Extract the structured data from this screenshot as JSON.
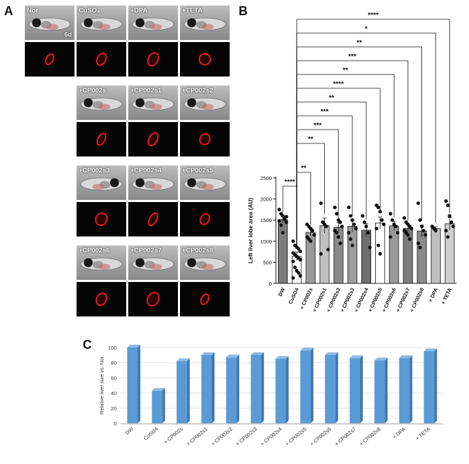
{
  "panel_labels": {
    "a": "A",
    "b": "B",
    "c": "C"
  },
  "panel_a": {
    "age_label": "6d",
    "rows": [
      [
        "Nor",
        "CuSO₄",
        "+DPA",
        "+TETA"
      ],
      [
        "",
        "+CP002s",
        "+CP002s1",
        "+CP002s2"
      ],
      [
        "",
        "+CP002s3",
        "+CP002s4",
        "+CP002s5"
      ],
      [
        "",
        "+CP002s6",
        "+CP002s7",
        "+CP002s8"
      ]
    ]
  },
  "chart_data": [
    {
      "type": "bar",
      "panel": "B",
      "ylabel": "Left liver lobe area (AU)",
      "ylim": [
        0,
        2500
      ],
      "yticks": [
        0,
        500,
        1000,
        1500,
        2000,
        2500
      ],
      "categories": [
        "DW",
        "CuSO4",
        "+ CP002s",
        "+ CP002s1",
        "+ CP002s2",
        "+ CP002s3",
        "+ CP002s4",
        "+ CP002s5",
        "+ CP002s6",
        "+ CP002s7",
        "+ CP002s8",
        "+ DPA",
        "+ TETA"
      ],
      "values": [
        1510,
        640,
        1210,
        1370,
        1330,
        1350,
        1260,
        1430,
        1360,
        1300,
        1240,
        1300,
        1410
      ],
      "errors": [
        70,
        100,
        90,
        180,
        110,
        140,
        150,
        140,
        110,
        90,
        140,
        40,
        150
      ],
      "bar_colors": [
        "#7d7d7d",
        "#ffffff",
        "#9a9a9a",
        "#bfbfbf",
        "#8a8a8a",
        "#9d9d9d",
        "#6f6f6f",
        "#ffffff",
        "#9a9a9a",
        "#7d7d7d",
        "#8a8a8a",
        "#bfbfbf",
        "#cfcfcf"
      ],
      "points": [
        [
          1750,
          1650,
          1600,
          1520,
          1450,
          1480,
          1380,
          1200,
          1560,
          1580
        ],
        [
          1000,
          900,
          860,
          820,
          760,
          720,
          680,
          640,
          600,
          560,
          520,
          380,
          300,
          250,
          180,
          130
        ],
        [
          1400,
          1350,
          1300,
          1250,
          1150,
          1100,
          1050,
          1000
        ],
        [
          1900,
          1450,
          1400,
          1350,
          800,
          700
        ],
        [
          1800,
          1650,
          1500,
          1450,
          1350,
          1250,
          1200,
          1100,
          950
        ],
        [
          1800,
          1600,
          1500,
          1400,
          1300,
          1200,
          1050,
          900
        ],
        [
          1600,
          1450,
          1350,
          1200,
          850
        ],
        [
          1850,
          1800,
          1700,
          1500,
          1400,
          1300,
          900,
          700
        ],
        [
          1650,
          1500,
          1400,
          1350,
          1200,
          1100
        ],
        [
          1550,
          1450,
          1400,
          1350,
          1300,
          1250,
          1200,
          1150,
          1050
        ],
        [
          1900,
          1500,
          1350,
          1250,
          1150,
          950,
          850
        ],
        [
          1350,
          1300,
          1250
        ],
        [
          1950,
          1850,
          1600,
          1450,
          1350,
          1250,
          1100
        ]
      ],
      "comparisons": [
        {
          "from": 1,
          "to": 12,
          "label": "****"
        },
        {
          "from": 1,
          "to": 11,
          "label": "*"
        },
        {
          "from": 1,
          "to": 10,
          "label": "**"
        },
        {
          "from": 1,
          "to": 9,
          "label": "***"
        },
        {
          "from": 1,
          "to": 8,
          "label": "**"
        },
        {
          "from": 1,
          "to": 7,
          "label": "****"
        },
        {
          "from": 1,
          "to": 6,
          "label": "**"
        },
        {
          "from": 1,
          "to": 5,
          "label": "***"
        },
        {
          "from": 1,
          "to": 4,
          "label": "***"
        },
        {
          "from": 1,
          "to": 3,
          "label": "**"
        },
        {
          "from": 1,
          "to": 2,
          "label": "**"
        },
        {
          "from": 0,
          "to": 1,
          "label": "****"
        }
      ]
    },
    {
      "type": "bar",
      "panel": "C",
      "ylabel": "Relative liver size vs. Nor",
      "ylim": [
        0,
        100
      ],
      "yticks": [
        0,
        20,
        40,
        60,
        80,
        100
      ],
      "categories": [
        "DW",
        "CuSO4",
        "+ CP002s",
        "+ CP002s1",
        "+ CP002s2",
        "+ CP002s3",
        "+ CP002s4",
        "+ CP002s5",
        "+ CP002s6",
        "+ CP002s7",
        "+ CP002s8",
        "+ DPA",
        "+ TETA"
      ],
      "values": [
        100,
        43,
        82,
        90,
        87,
        90,
        85,
        96,
        90,
        86,
        83,
        86,
        95
      ],
      "grid": true,
      "color": "#5b9bd5"
    }
  ]
}
